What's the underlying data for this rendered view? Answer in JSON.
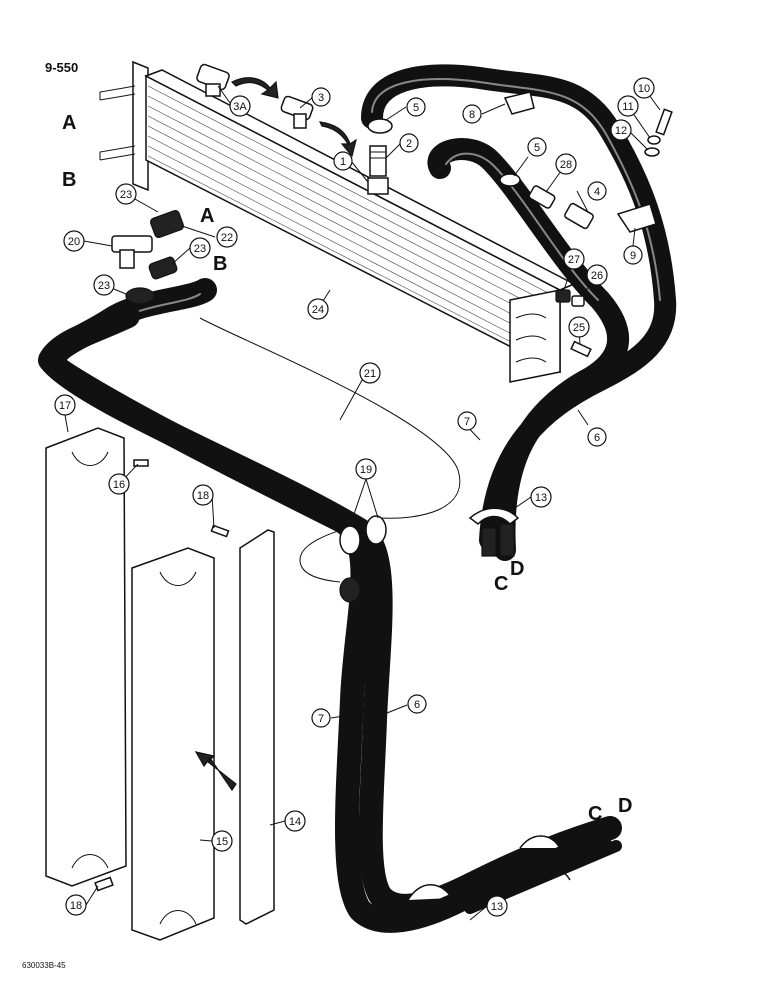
{
  "page_label": "9-550",
  "drawing_code": "630033B-45",
  "port_letters": [
    "A",
    "B",
    "C",
    "D"
  ],
  "callouts": [
    "1",
    "2",
    "3",
    "3A",
    "4",
    "5",
    "6",
    "7",
    "8",
    "9",
    "10",
    "11",
    "12",
    "13",
    "14",
    "15",
    "16",
    "17",
    "18",
    "19",
    "20",
    "21",
    "22",
    "23",
    "24",
    "25",
    "26",
    "27",
    "28"
  ]
}
